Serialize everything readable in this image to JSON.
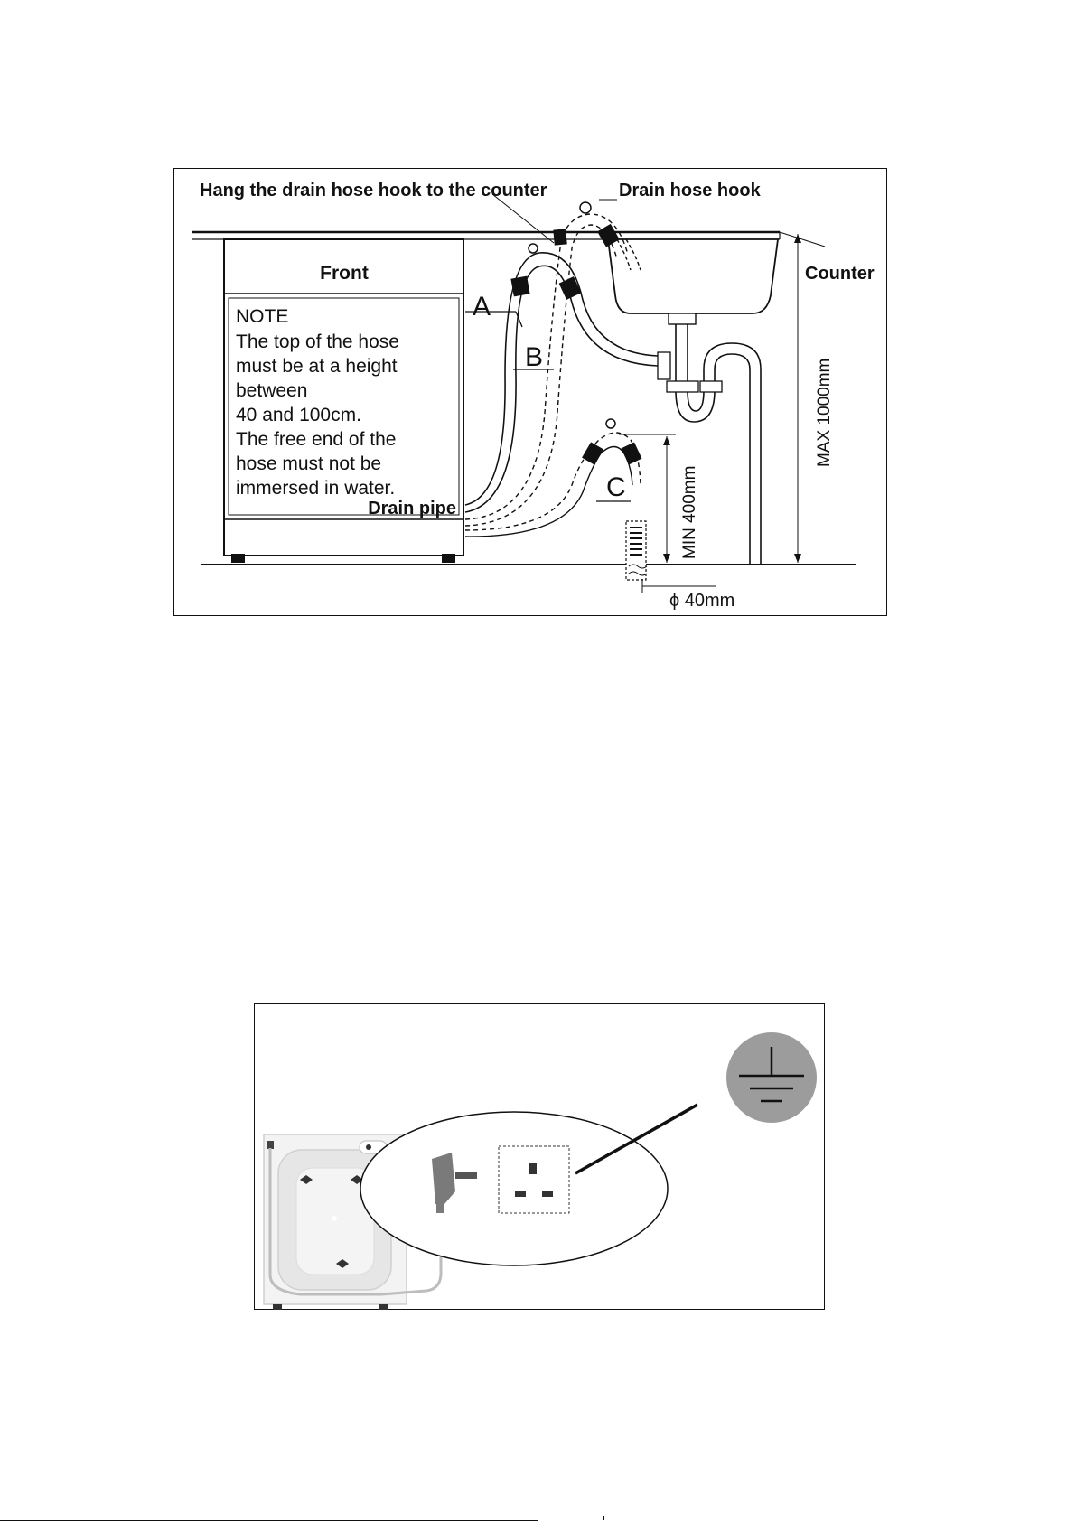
{
  "drain_diagram": {
    "hook_instruction": "Hang the drain hose hook to the counter",
    "hook_label": "Drain hose hook",
    "counter_label": "Counter",
    "front_label": "Front",
    "note_lines": [
      "NOTE",
      "The top of the hose",
      "must be at a height",
      "between",
      "40 and 100cm.",
      "The free end of the",
      "hose must not be",
      "immersed in water."
    ],
    "drain_pipe_label": "Drain pipe",
    "hose_options": [
      "A",
      "B",
      "C"
    ],
    "max_height_label": "MAX 1000mm",
    "min_height_label": "MIN 400mm",
    "diameter_label": "ϕ 40mm"
  },
  "power_diagram": {
    "icons": [
      "dishwasher-back-icon",
      "power-plug-icon",
      "wall-socket-icon",
      "earth-ground-icon"
    ]
  }
}
